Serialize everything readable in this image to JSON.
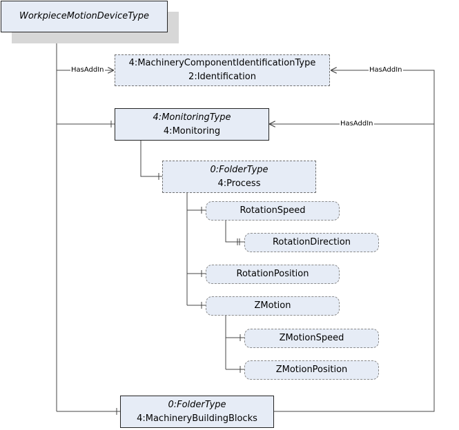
{
  "root": {
    "type_name": "WorkpieceMotionDeviceType"
  },
  "identification": {
    "type_prefix": "4:",
    "type_name": "MachineryComponentIdentificationType",
    "browse_prefix": "2:",
    "browse_name": "Identification"
  },
  "monitoring": {
    "type_prefix": "4:",
    "type_name": "MonitoringType",
    "browse_prefix": "4:",
    "browse_name": "Monitoring"
  },
  "process": {
    "type_prefix": "0:",
    "type_name": "FolderType",
    "browse_prefix": "4:",
    "browse_name": "Process"
  },
  "variables": {
    "rotation_speed": "RotationSpeed",
    "rotation_direction": "RotationDirection",
    "rotation_position": "RotationPosition",
    "z_motion": "ZMotion",
    "z_motion_speed": "ZMotionSpeed",
    "z_motion_position": "ZMotionPosition"
  },
  "building_blocks": {
    "type_prefix": "0:",
    "type_name": "FolderType",
    "browse_prefix": "4:",
    "browse_name": "MachineryBuildingBlocks"
  },
  "references": {
    "has_add_in_1": "HasAddIn",
    "has_add_in_2": "HasAddIn",
    "has_add_in_3": "HasAddIn"
  },
  "colors": {
    "node_fill": "#e6ecf6",
    "line": "#444444",
    "shadow": "#d7d7d7"
  }
}
